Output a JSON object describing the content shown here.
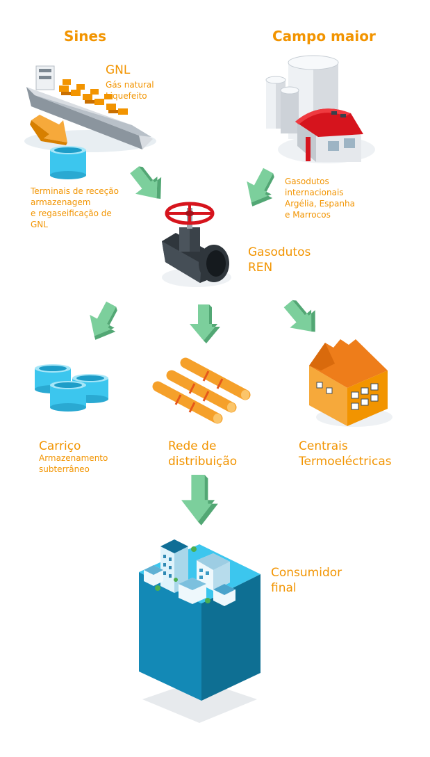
{
  "origins": {
    "sines": "Sines",
    "campo_maior": "Campo maior"
  },
  "gnl": {
    "title": "GNL",
    "line1": "Gás natural",
    "line2": "Liquefeito"
  },
  "terminals": {
    "line1": "Terminais de receção",
    "line2": "armazenagem",
    "line3": "e regaseificação de",
    "line4": "GNL"
  },
  "international": {
    "line1": "Gasodutos",
    "line2": "internacionais",
    "line3": "Argélia, Espanha",
    "line4": "e Marrocos"
  },
  "ren": {
    "line1": "Gasodutos",
    "line2": "REN"
  },
  "carrico": {
    "title": "Carriço",
    "line1": "Armazenamento",
    "line2": "subterrâneo"
  },
  "rede": {
    "line1": "Rede de",
    "line2": "distribuição"
  },
  "centrais": {
    "line1": "Centrais",
    "line2": "Termoeléctricas"
  },
  "consumidor": {
    "line1": "Consumidor",
    "line2": "final"
  },
  "colors": {
    "label_orange": "#f29400",
    "arrow_green": "#7ccf9c",
    "tank_cyan": "#3cc6ee",
    "cube_blue": "#1389b6"
  },
  "icons": [
    "lng-ship-icon",
    "lng-tank-icon",
    "silo-plant-icon",
    "pipeline-valve-icon",
    "storage-tanks-icon",
    "pipes-icon",
    "power-plant-icon",
    "city-block-icon",
    "flow-arrow-icon"
  ]
}
